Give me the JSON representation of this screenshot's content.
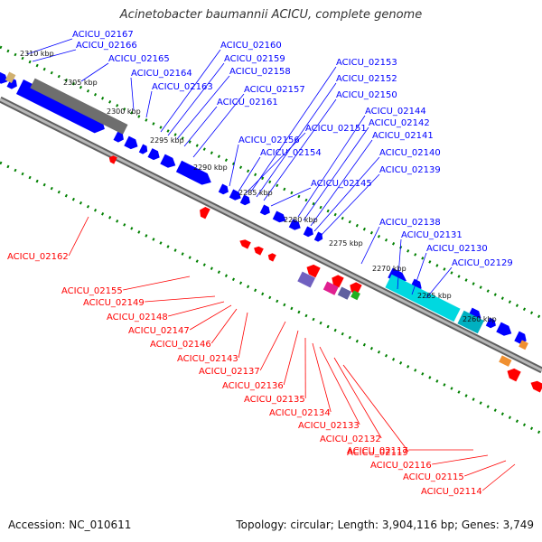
{
  "title": "Acinetobacter baumannii ACICU, complete genome",
  "footer": {
    "accession": "Accession: NC_010611",
    "topology": "Topology: circular; Length: 3,904,116 bp; Genes: 3,749"
  },
  "colors": {
    "forward_genes": "#0000ff",
    "reverse_genes": "#ff0000",
    "backbone": "#808080",
    "tick_dots": "#008000",
    "rrna_block": "#00d8e0"
  },
  "ticks": [
    {
      "label": "2310 kbp"
    },
    {
      "label": "2305 kbp"
    },
    {
      "label": "2300 kbp"
    },
    {
      "label": "2295 kbp"
    },
    {
      "label": "2290 kbp"
    },
    {
      "label": "2285 kbp"
    },
    {
      "label": "2280 kbp"
    },
    {
      "label": "2275 kbp"
    },
    {
      "label": "2270 kbp"
    },
    {
      "label": "2265 kbp"
    },
    {
      "label": "2260 kbp"
    }
  ],
  "forward_labels": [
    "ACICU_02167",
    "ACICU_02166",
    "ACICU_02165",
    "ACICU_02164",
    "ACICU_02163",
    "ACICU_02160",
    "ACICU_02159",
    "ACICU_02158",
    "ACICU_02161",
    "ACICU_02157",
    "ACICU_02153",
    "ACICU_02152",
    "ACICU_02150",
    "ACICU_02144",
    "ACICU_02142",
    "ACICU_02151",
    "ACICU_02141",
    "ACICU_02156",
    "ACICU_02154",
    "ACICU_02140",
    "ACICU_02139",
    "ACICU_02145",
    "ACICU_02138",
    "ACICU_02131",
    "ACICU_02130",
    "ACICU_02129"
  ],
  "reverse_labels": [
    "ACICU_02162",
    "ACICU_02155",
    "ACICU_02149",
    "ACICU_02148",
    "ACICU_02147",
    "ACICU_02146",
    "ACICU_02143",
    "ACICU_02137",
    "ACICU_02136",
    "ACICU_02135",
    "ACICU_02134",
    "ACICU_02133",
    "ACICU_02132",
    "ACICU_02119",
    "ACICU_02117",
    "ACICU_02116",
    "ACICU_02115",
    "ACICU_02114"
  ]
}
